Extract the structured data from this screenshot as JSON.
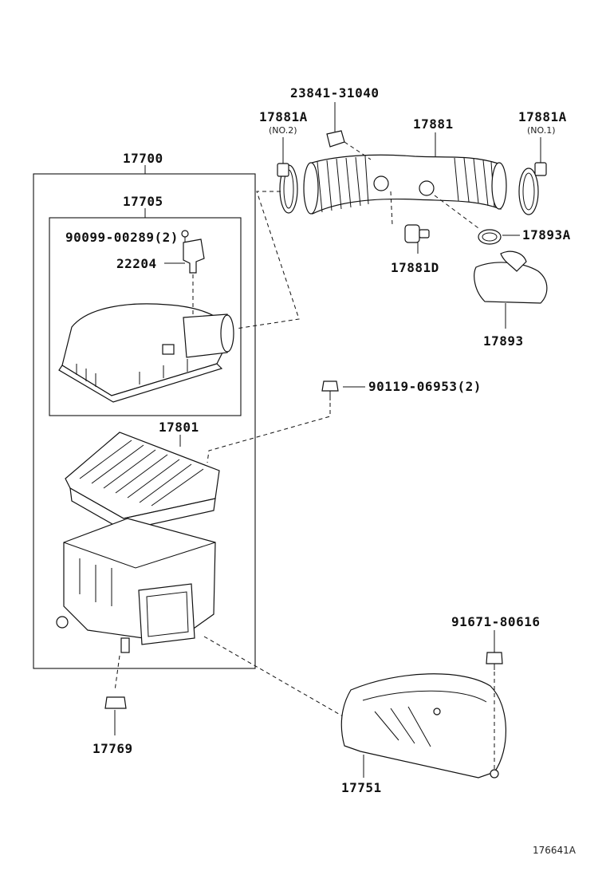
{
  "diagram": {
    "labels": {
      "p23841": "23841-31040",
      "p17881A_left": "17881A",
      "p17881A_left_note": "(NO.2)",
      "p17881": "17881",
      "p17881A_right": "17881A",
      "p17881A_right_note": "(NO.1)",
      "p17700": "17700",
      "p17705": "17705",
      "p90099": "90099-00289(2)",
      "p22204": "22204",
      "p17893A": "17893A",
      "p17881D": "17881D",
      "p17893": "17893",
      "p90119": "90119-06953(2)",
      "p17801": "17801",
      "p91671": "91671-80616",
      "p17769": "17769",
      "p17751": "17751",
      "code": "176641A"
    }
  }
}
